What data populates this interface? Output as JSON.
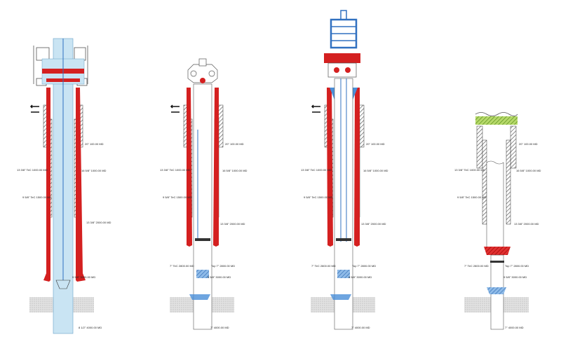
{
  "colors": {
    "steel": "#555555",
    "hatch": "#333333",
    "cement_red": "#d42020",
    "fluid_blue": "#c9e4f3",
    "blue_line": "#3070c0",
    "blue_fill": "#4a8fd8",
    "green_plug": "#8bc34a",
    "ground": "#d8d8d8"
  },
  "panels": [
    {
      "id": "p1",
      "labels": {
        "a": "20\" 100.00 MD",
        "b": "13 3/8\" TeC 1000.00 MD",
        "c": "16 5/8\" 1000.00 MD",
        "d": "9 5/8\" TeC 1500.00 MD",
        "e": "13 3/8\" 2000.00 MD",
        "f": "9 5/8\" 3000.00 MD",
        "g": "8 1/2\" 4000.00 MD"
      }
    },
    {
      "id": "p2",
      "labels": {
        "a": "20\" 100.00 MD",
        "b": "13 3/8\" TeC 1000.00 MD",
        "c": "16 5/8\" 1000.00 MD",
        "d": "9 5/8\" TeC 1500.00 MD",
        "e": "13 3/8\" 2000.00 MD",
        "f": "7\" TeC 2800.00 MD",
        "g": "Top 7\" 2800.00 MD",
        "h": "9 5/8\" 3000.00 MD",
        "i": "7\" 4000.00 MD"
      }
    },
    {
      "id": "p3",
      "labels": {
        "a": "20\" 100.00 MD",
        "b": "13 3/8\" TeC 1000.00 MD",
        "c": "16 5/8\" 1000.00 MD",
        "d": "9 5/8\" TeC 1500.00 MD",
        "e": "13 3/8\" 2000.00 MD",
        "f": "7\" TeC 2800.00 MD",
        "g": "Top 7\" 2800.00 MD",
        "h": "9 5/8\" 3000.00 MD",
        "i": "7\" 4000.00 MD"
      }
    },
    {
      "id": "p4",
      "labels": {
        "a": "20\" 100.00 MD",
        "b": "13 3/8\" TeC 1000.00 MD",
        "c": "16 5/8\" 1000.00 MD",
        "d": "9 5/8\" TeC 1500.00 MD",
        "e": "13 3/8\" 2000.00 MD",
        "f": "7\" TeC 2800.00 MD",
        "g": "Top 7\" 2800.00 MD",
        "h": "9 5/8\" 3000.00 MD",
        "i": "7\" 4000.00 MD"
      }
    }
  ]
}
